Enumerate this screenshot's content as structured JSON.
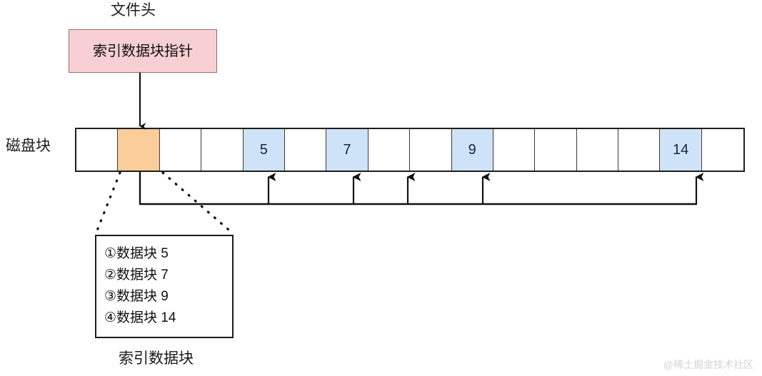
{
  "file_header": {
    "label": "文件头",
    "box_text": "索引数据块指针",
    "box_fill": "#f8d0d4",
    "box_stroke": "#9a6b6e"
  },
  "disk_row": {
    "label": "磁盘块",
    "pointer_fill": "#fbcd9b",
    "data_fill": "#cfe3f8",
    "cells": [
      {
        "text": "",
        "kind": "empty"
      },
      {
        "text": "",
        "kind": "pointer"
      },
      {
        "text": "",
        "kind": "empty"
      },
      {
        "text": "",
        "kind": "empty"
      },
      {
        "text": "5",
        "kind": "data"
      },
      {
        "text": "",
        "kind": "empty"
      },
      {
        "text": "7",
        "kind": "data"
      },
      {
        "text": "",
        "kind": "empty"
      },
      {
        "text": "",
        "kind": "empty"
      },
      {
        "text": "9",
        "kind": "data"
      },
      {
        "text": "",
        "kind": "empty"
      },
      {
        "text": "",
        "kind": "empty"
      },
      {
        "text": "",
        "kind": "empty"
      },
      {
        "text": "",
        "kind": "empty"
      },
      {
        "text": "14",
        "kind": "data"
      },
      {
        "text": "",
        "kind": "empty"
      }
    ]
  },
  "index_block": {
    "caption": "索引数据块",
    "entries": [
      "①数据块 5",
      "②数据块 7",
      "③数据块 9",
      "④数据块 14"
    ]
  },
  "watermark": {
    "text": "@稀土掘金技术社区"
  }
}
